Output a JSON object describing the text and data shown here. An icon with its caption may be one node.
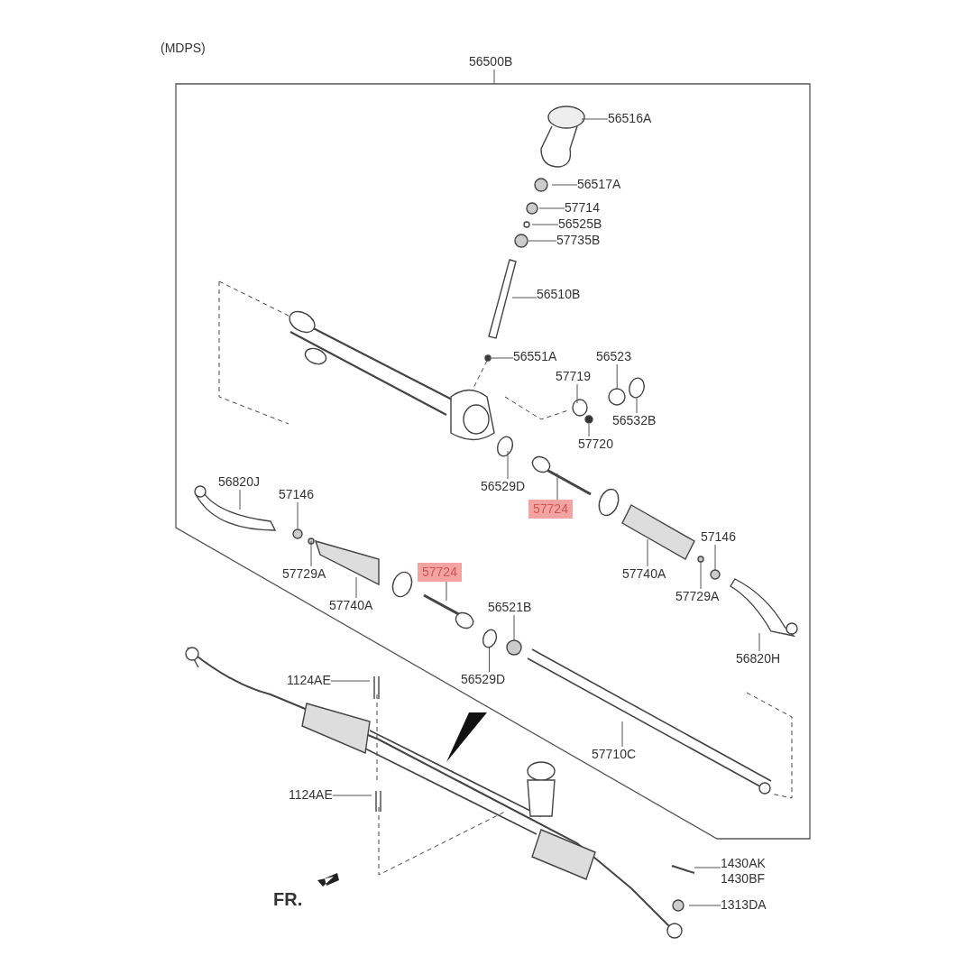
{
  "diagram": {
    "nodes": [
      {
        "text": [
          "56500B"
        ]
      },
      {
        "text": [
          "56516A"
        ]
      },
      {
        "text": [
          "56517A"
        ]
      },
      {
        "text": [
          "57714"
        ]
      },
      {
        "text": [
          "56525B"
        ]
      },
      {
        "text": [
          "57735B"
        ]
      },
      {
        "text": [
          "56510B"
        ]
      },
      {
        "text": [
          "56551A"
        ]
      },
      {
        "text": [
          "56523"
        ]
      },
      {
        "text": [
          "57719"
        ]
      },
      {
        "text": [
          "56532B"
        ]
      },
      {
        "text": [
          "57720"
        ]
      },
      {
        "text": [
          "56820J"
        ]
      },
      {
        "text": [
          "57146"
        ]
      },
      {
        "text": [
          "56529D"
        ]
      },
      {
        "text": [
          "57724"
        ]
      },
      {
        "text": [
          "57729A"
        ]
      },
      {
        "text": [
          "57740A"
        ]
      },
      {
        "text": [
          "57724"
        ]
      },
      {
        "text": [
          "57740A"
        ]
      },
      {
        "text": [
          "57146"
        ]
      },
      {
        "text": [
          "56521B"
        ]
      },
      {
        "text": [
          "57729A"
        ]
      },
      {
        "text": [
          "56820H"
        ]
      },
      {
        "text": [
          "1124AE"
        ]
      },
      {
        "text": [
          "56529D"
        ]
      },
      {
        "text": [
          "57710C"
        ]
      },
      {
        "text": [
          "1124AE"
        ]
      },
      {
        "text": [
          "1430AK",
          "1430BF"
        ]
      },
      {
        "text": [
          "1313DA"
        ]
      },
      {
        "text": [],
        "shape": "circle"
      },
      {
        "text": [],
        "shape": "circle"
      },
      {
        "text": [],
        "shape": "circle"
      },
      {
        "text": [],
        "shape": "circle"
      },
      {
        "text": [],
        "shape": "circle"
      },
      {
        "text": [],
        "shape": "circle"
      }
    ],
    "edges": [
      {
        "from": 0,
        "to": null,
        "arrow": "none"
      },
      {
        "from": 1,
        "to": null,
        "arrow": "none"
      },
      {
        "from": 2,
        "to": null,
        "arrow": "none"
      },
      {
        "from": 3,
        "to": null,
        "arrow": "none"
      },
      {
        "from": 4,
        "to": null,
        "arrow": "none"
      },
      {
        "from": 5,
        "to": null,
        "arrow": "none"
      },
      {
        "from": 6,
        "to": null,
        "arrow": "none"
      },
      {
        "from": 7,
        "to": null,
        "arrow": "none"
      },
      {
        "from": 8,
        "to": 30,
        "arrow": "none"
      },
      {
        "from": 9,
        "to": null,
        "arrow": "none"
      },
      {
        "from": 10,
        "to": 31,
        "arrow": "none"
      },
      {
        "from": 11,
        "to": null,
        "arrow": "none"
      },
      {
        "from": 12,
        "to": null,
        "arrow": "none"
      },
      {
        "from": 13,
        "to": null,
        "arrow": "none"
      },
      {
        "from": 14,
        "to": null,
        "arrow": "none"
      },
      {
        "from": 15,
        "to": null,
        "arrow": "none"
      },
      {
        "from": 16,
        "to": null,
        "arrow": "none"
      },
      {
        "from": 17,
        "to": null,
        "arrow": "none"
      },
      {
        "from": 18,
        "to": null,
        "arrow": "none"
      },
      {
        "from": 19,
        "to": null,
        "arrow": "none"
      },
      {
        "from": 20,
        "to": 33,
        "arrow": "none"
      },
      {
        "from": 21,
        "to": 35,
        "arrow": "none"
      },
      {
        "from": 22,
        "to": 32,
        "arrow": "none"
      },
      {
        "from": 23,
        "to": null,
        "arrow": "none"
      },
      {
        "from": 24,
        "to": null,
        "arrow": "none"
      },
      {
        "from": 25,
        "to": 34,
        "arrow": "none"
      },
      {
        "from": 26,
        "to": null,
        "arrow": "none"
      },
      {
        "from": 27,
        "to": null,
        "arrow": "none"
      },
      {
        "from": 28,
        "to": null,
        "arrow": "none"
      },
      {
        "from": 29,
        "to": null,
        "arrow": "none"
      }
    ],
    "labels": [
      "(MDPS)",
      "FR."
    ]
  }
}
